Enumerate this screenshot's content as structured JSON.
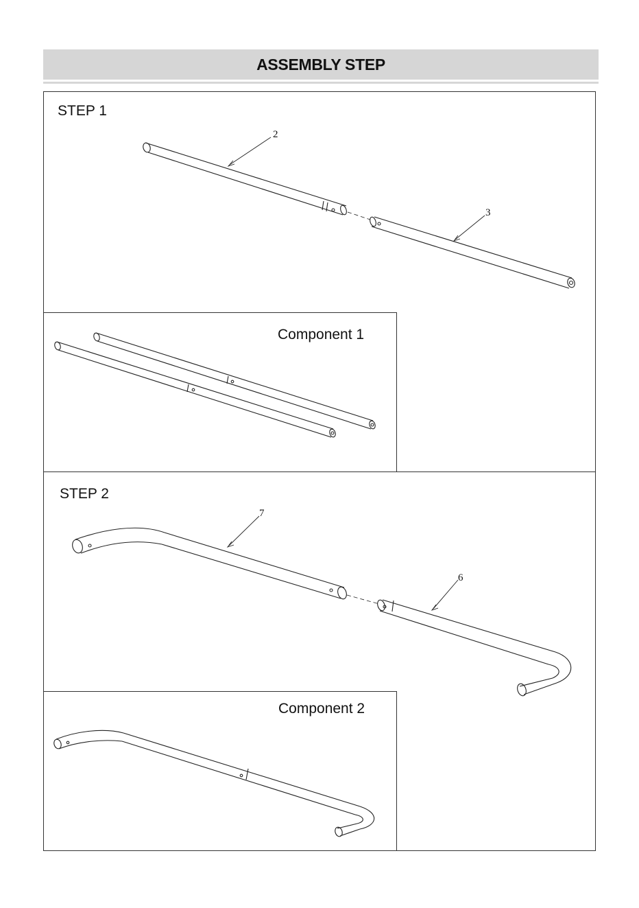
{
  "page": {
    "title": "ASSEMBLY STEP"
  },
  "step1": {
    "label": "STEP 1",
    "part_numbers": [
      "2",
      "3"
    ],
    "component_label": "Component 1"
  },
  "step2": {
    "label": "STEP 2",
    "part_numbers": [
      "7",
      "6"
    ],
    "component_label": "Component 2"
  }
}
